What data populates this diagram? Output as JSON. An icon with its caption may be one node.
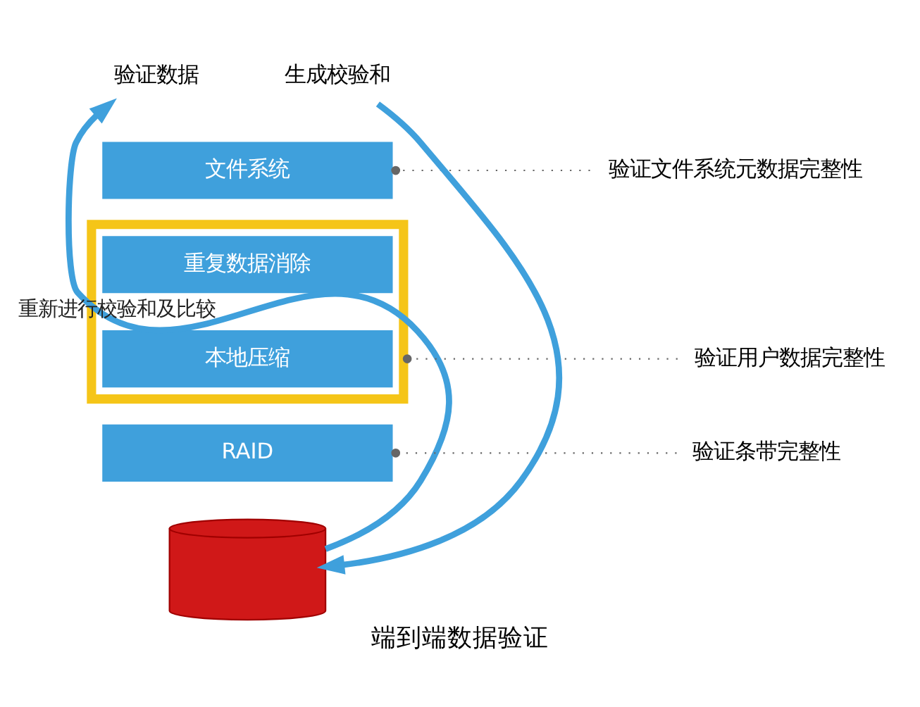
{
  "diagram": {
    "caption": "端到端数据验证",
    "nodes": [
      {
        "text": [
          "文件系统"
        ]
      },
      {
        "text": [],
        "shape": "box"
      },
      {
        "text": [
          "重复数据消除"
        ],
        "in": 1
      },
      {
        "text": [
          "本地压缩"
        ],
        "in": 1
      },
      {
        "text": [
          "RAID"
        ]
      },
      {
        "text": [],
        "shape": "cylinder"
      },
      {
        "text": [
          "验证文件系统元数据完整性"
        ]
      },
      {
        "text": [
          "验证用户数据完整性"
        ]
      },
      {
        "text": [
          "验证条带完整性"
        ]
      },
      {
        "text": [
          "生成校验和"
        ]
      },
      {
        "text": [
          "验证数据"
        ]
      }
    ],
    "edges": [
      {
        "from": 6,
        "to": 0,
        "arrow": "other",
        "style": "dashed",
        "color": "#666666"
      },
      {
        "from": 7,
        "to": 1,
        "arrow": "other",
        "style": "dashed",
        "color": "#666666"
      },
      {
        "from": 8,
        "to": 4,
        "arrow": "other",
        "style": "dashed",
        "color": "#666666"
      },
      {
        "from": 9,
        "to": 5,
        "arrow": "to",
        "style": "thick",
        "color": "#3fa0dc"
      },
      {
        "from": 5,
        "to": 10,
        "arrow": "to",
        "style": "thick",
        "color": "#3fa0dc",
        "label": "重新进行校验和及比较"
      }
    ]
  }
}
